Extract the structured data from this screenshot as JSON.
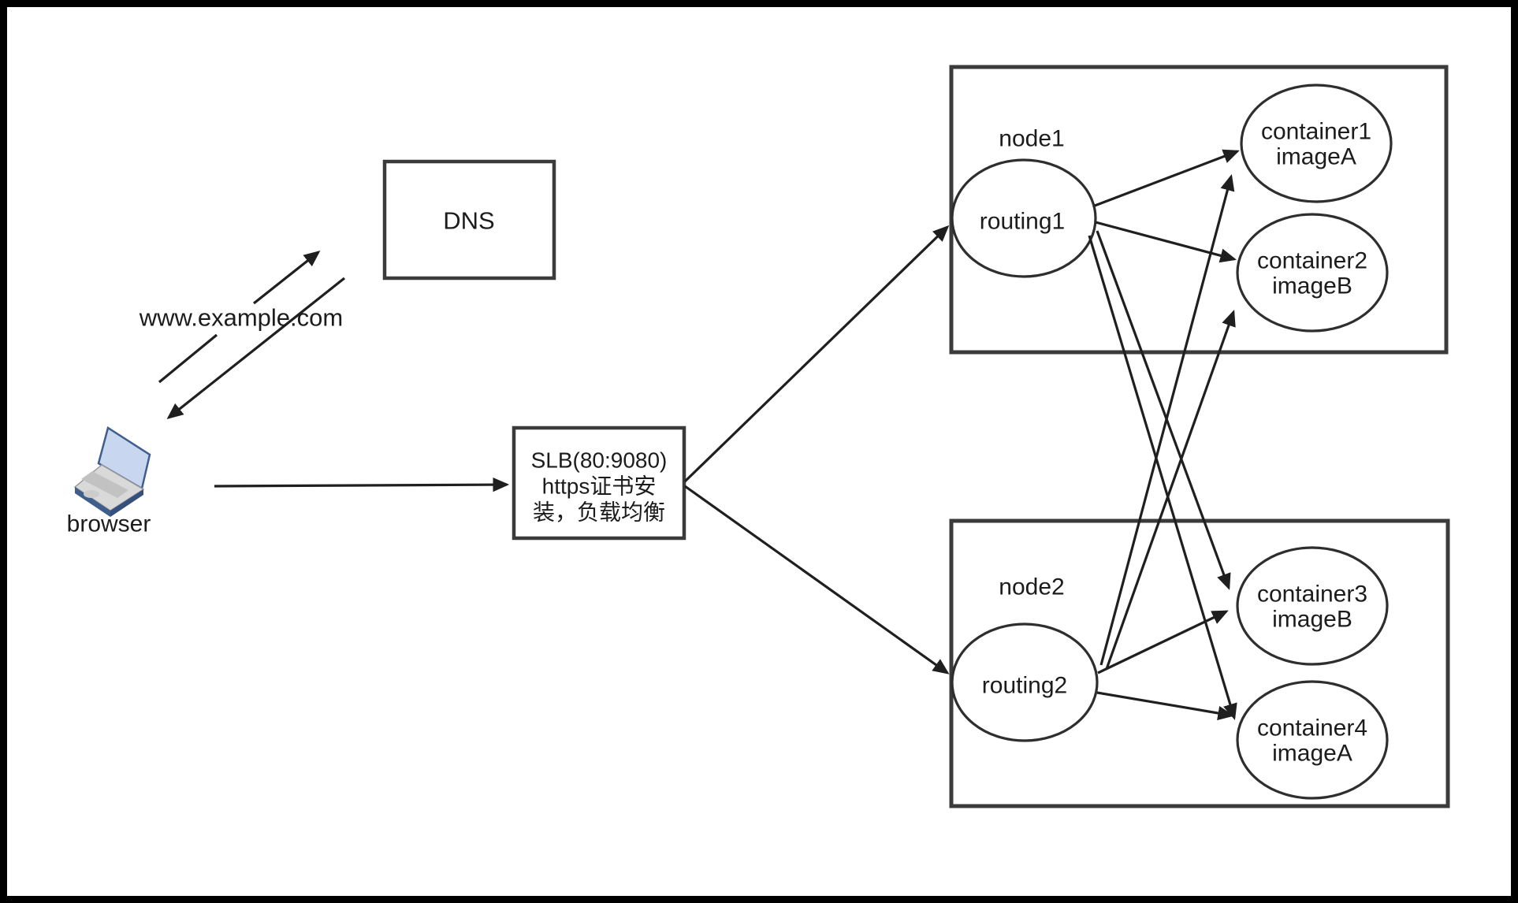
{
  "diagram": {
    "client": {
      "label": "browser"
    },
    "dns": {
      "label": "DNS"
    },
    "dns_query_label": "www.example.com",
    "load_balancer": {
      "line1": "SLB(80:9080)",
      "line2": "https证书安",
      "line3": "装，负载均衡"
    },
    "nodes": [
      {
        "label": "node1",
        "routing": {
          "label": "routing1"
        },
        "containers": [
          {
            "name": "container1",
            "image": "imageA"
          },
          {
            "name": "container2",
            "image": "imageB"
          }
        ]
      },
      {
        "label": "node2",
        "routing": {
          "label": "routing2"
        },
        "containers": [
          {
            "name": "container3",
            "image": "imageB"
          },
          {
            "name": "container4",
            "image": "imageA"
          }
        ]
      }
    ],
    "edges": [
      {
        "from": "browser",
        "to": "DNS",
        "label": "www.example.com"
      },
      {
        "from": "DNS",
        "to": "browser"
      },
      {
        "from": "browser",
        "to": "SLB"
      },
      {
        "from": "SLB",
        "to": "routing1"
      },
      {
        "from": "SLB",
        "to": "routing2"
      },
      {
        "from": "routing1",
        "to": "container1"
      },
      {
        "from": "routing1",
        "to": "container2"
      },
      {
        "from": "routing1",
        "to": "container3"
      },
      {
        "from": "routing1",
        "to": "container4"
      },
      {
        "from": "routing2",
        "to": "container1"
      },
      {
        "from": "routing2",
        "to": "container2"
      },
      {
        "from": "routing2",
        "to": "container3"
      },
      {
        "from": "routing2",
        "to": "container4"
      }
    ],
    "colors": {
      "frame": "#000000",
      "background": "#ffffff",
      "box_stroke": "#3b3b3b",
      "edge_stroke": "#1f1f1f",
      "text": "#1c1c1c",
      "laptop_screen": "#c8d7ef",
      "laptop_body": "#d9d9d9",
      "laptop_edge": "#3f5e8c"
    }
  }
}
